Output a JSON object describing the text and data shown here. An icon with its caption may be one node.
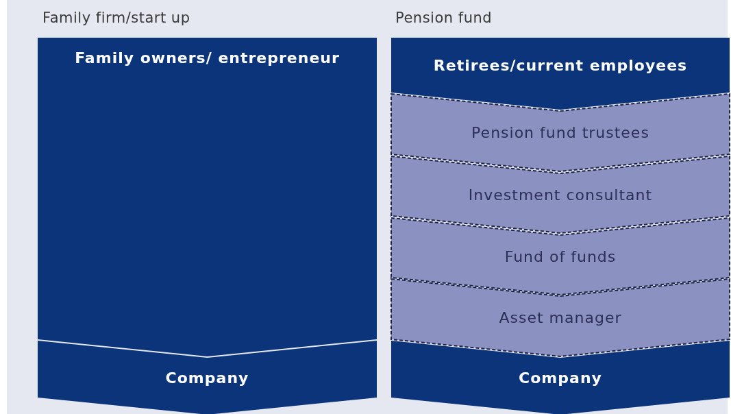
{
  "diagram": {
    "nodes": [
      {
        "text": [
          "Family owners/ entrepreneur"
        ]
      },
      {
        "text": [
          "Company"
        ]
      },
      {
        "text": [
          "Retirees/current employees"
        ]
      },
      {
        "text": [
          "Pension fund trustees"
        ]
      },
      {
        "text": [
          "Investment consultant"
        ]
      },
      {
        "text": [
          "Fund of funds"
        ]
      },
      {
        "text": [
          "Asset manager"
        ]
      },
      {
        "text": [
          "Company"
        ]
      }
    ],
    "labels": [
      "Family firm/start up",
      "Pension fund"
    ]
  }
}
